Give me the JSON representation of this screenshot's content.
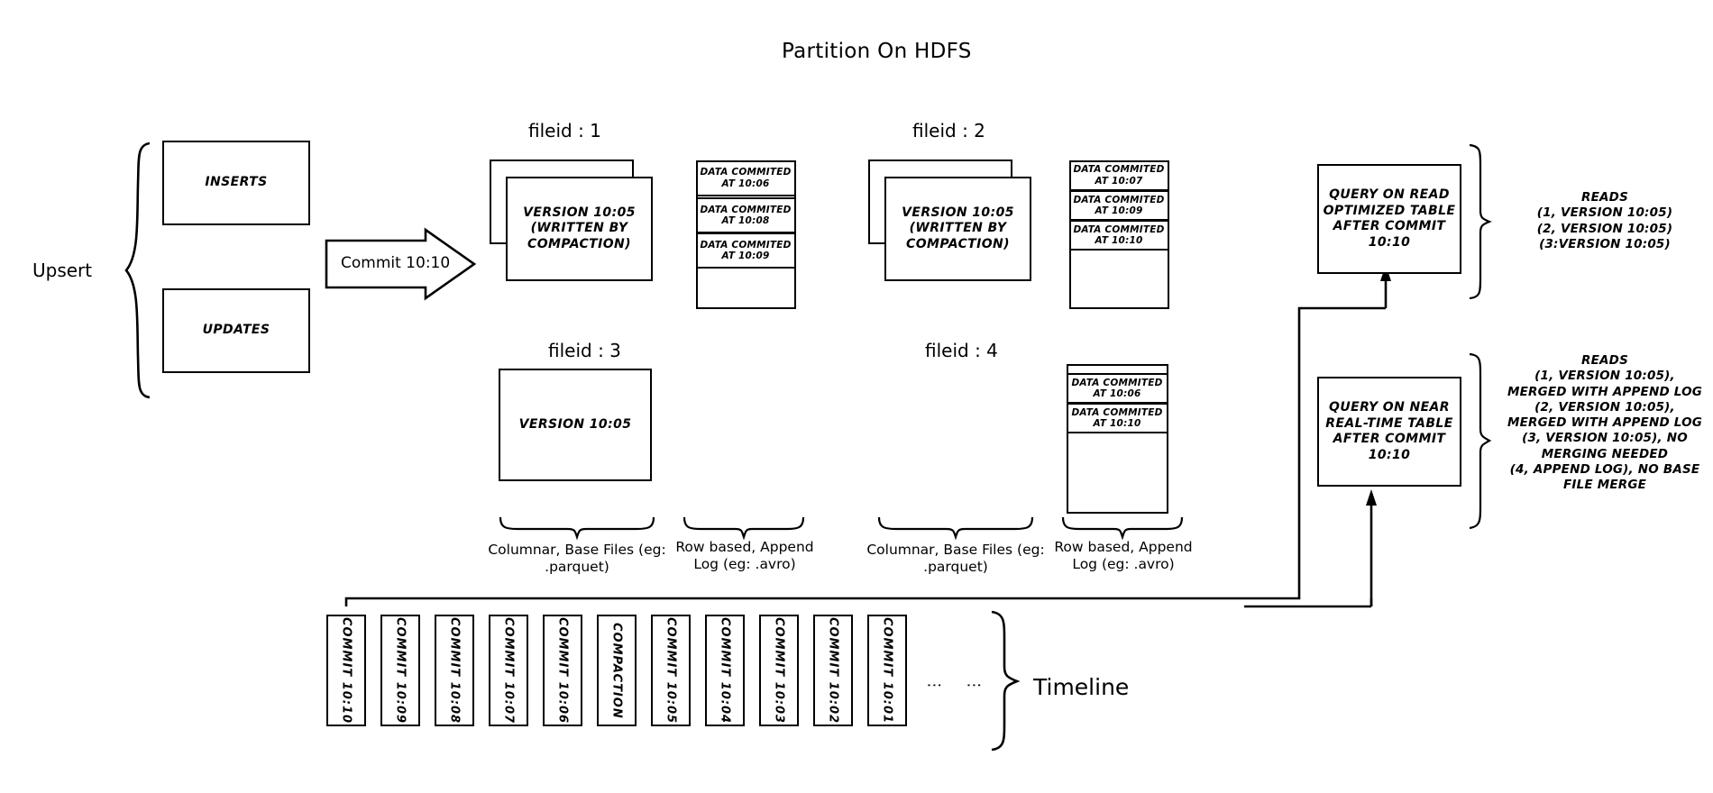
{
  "diagram": {
    "title": "Partition On HDFS",
    "upsert_label": "Upsert",
    "inserts_label": "INSERTS",
    "updates_label": "UPDATES",
    "commit_arrow_label": "Commit 10:10",
    "timeline_label": "Timeline"
  },
  "fileids": {
    "f1": {
      "header": "fileid : 1",
      "base_text": "VERSION 10:05\n(WRITTEN BY\nCOMPACTION)",
      "log_entries": [
        "DATA COMMITED\nAT 10:06",
        "DATA COMMITED\nAT 10:08",
        "DATA COMMITED\nAT 10:09"
      ]
    },
    "f2": {
      "header": "fileid : 2",
      "base_text": "VERSION 10:05\n(WRITTEN BY\nCOMPACTION)",
      "log_entries": [
        "DATA COMMITED\nAT 10:07",
        "DATA COMMITED\nAT 10:09",
        "DATA COMMITED\nAT 10:10"
      ]
    },
    "f3": {
      "header": "fileid : 3",
      "base_text": "VERSION 10:05",
      "log_entries": []
    },
    "f4": {
      "header": "fileid : 4",
      "log_entries": [
        "DATA COMMITED\nAT 10:06",
        "DATA COMMITED\nAT 10:10"
      ]
    }
  },
  "captions": {
    "columnar_left": "Columnar, Base Files\n(eg: .parquet)",
    "rowbased_left": "Row based,\nAppend Log  (eg:\n.avro)",
    "columnar_right": "Columnar, Base Files\n(eg: .parquet)",
    "rowbased_right": "Row based,\nAppend Log  (eg:\n.avro)"
  },
  "queries": {
    "read_optimized": {
      "box_text": "QUERY ON READ\nOPTIMIZED TABLE\nAFTER COMMIT\n10:10",
      "reads_text": "READS\n(1, VERSION 10:05)\n(2, VERSION 10:05)\n(3:VERSION 10:05)"
    },
    "near_realtime": {
      "box_text": "QUERY ON NEAR\nREAL-TIME TABLE\nAFTER COMMIT\n10:10",
      "reads_text": "READS\n(1, VERSION 10:05),\nMERGED WITH APPEND LOG\n(2, VERSION 10:05),\nMERGED WITH APPEND LOG\n(3, VERSION 10:05), NO\nMERGING NEEDED\n(4, APPEND LOG), NO BASE\nFILE MERGE"
    }
  },
  "timeline": {
    "cells": [
      "COMMIT  10:10",
      "COMMIT  10:09",
      "COMMIT  10:08",
      "COMMIT  10:07",
      "COMMIT  10:06",
      "COMPACTION",
      "COMMIT  10:05",
      "COMMIT  10:04",
      "COMMIT  10:03",
      "COMMIT  10:02",
      "COMMIT  10:01"
    ],
    "ellipsis_1": "⋮",
    "ellipsis_2": "⋮"
  },
  "colors": {
    "stroke": "#000000",
    "background": "#ffffff"
  }
}
